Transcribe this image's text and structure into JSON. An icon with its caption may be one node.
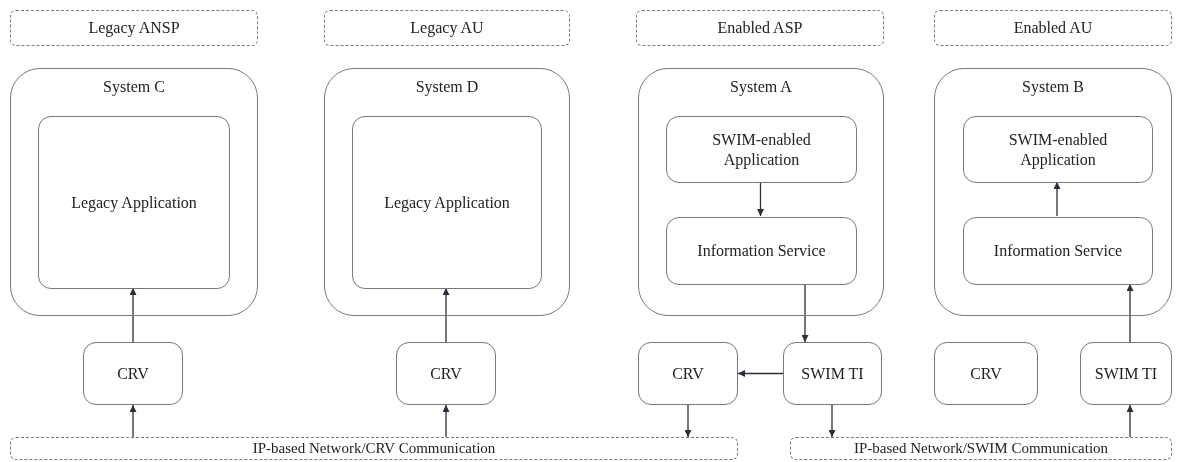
{
  "diagram": {
    "nodes": [
      {
        "text": [
          "Legacy ANSP"
        ]
      },
      {
        "text": [
          "Legacy AU"
        ]
      },
      {
        "text": [
          "Enabled ASP"
        ]
      },
      {
        "text": [
          "Enabled AU"
        ]
      },
      {
        "text": [
          "System C"
        ]
      },
      {
        "text": [
          "Legacy Application"
        ],
        "in": 4
      },
      {
        "text": [
          "System D"
        ]
      },
      {
        "text": [
          "Legacy Application"
        ],
        "in": 6
      },
      {
        "text": [
          "System A"
        ]
      },
      {
        "text": [
          "SWIM-enabled Application"
        ],
        "in": 8
      },
      {
        "text": [
          "Information Service"
        ],
        "in": 8
      },
      {
        "text": [
          "System B"
        ]
      },
      {
        "text": [
          "SWIM-enabled Application"
        ],
        "in": 11
      },
      {
        "text": [
          "Information Service"
        ],
        "in": 11
      },
      {
        "text": [
          "CRV"
        ]
      },
      {
        "text": [
          "CRV"
        ]
      },
      {
        "text": [
          "CRV"
        ]
      },
      {
        "text": [
          "SWIM TI"
        ]
      },
      {
        "text": [
          "CRV"
        ]
      },
      {
        "text": [
          "SWIM TI"
        ]
      },
      {
        "text": [
          "IP-based Network/CRV Communication"
        ]
      },
      {
        "text": [
          "IP-based Network/SWIM Communication"
        ]
      }
    ],
    "edges": [
      {
        "from": 14,
        "to": 5,
        "arrow": "to"
      },
      {
        "from": 15,
        "to": 7,
        "arrow": "to"
      },
      {
        "from": 9,
        "to": 10,
        "arrow": "to"
      },
      {
        "from": 10,
        "to": 17,
        "arrow": "to"
      },
      {
        "from": 17,
        "to": 16,
        "arrow": "to"
      },
      {
        "from": 16,
        "to": 20,
        "arrow": "to"
      },
      {
        "from": 17,
        "to": 21,
        "arrow": "to"
      },
      {
        "from": 21,
        "to": 19,
        "arrow": "to"
      },
      {
        "from": 19,
        "to": 13,
        "arrow": "to"
      },
      {
        "from": 13,
        "to": 12,
        "arrow": "to"
      },
      {
        "from": 20,
        "to": 14,
        "arrow": "to"
      },
      {
        "from": 20,
        "to": 15,
        "arrow": "to"
      }
    ]
  }
}
